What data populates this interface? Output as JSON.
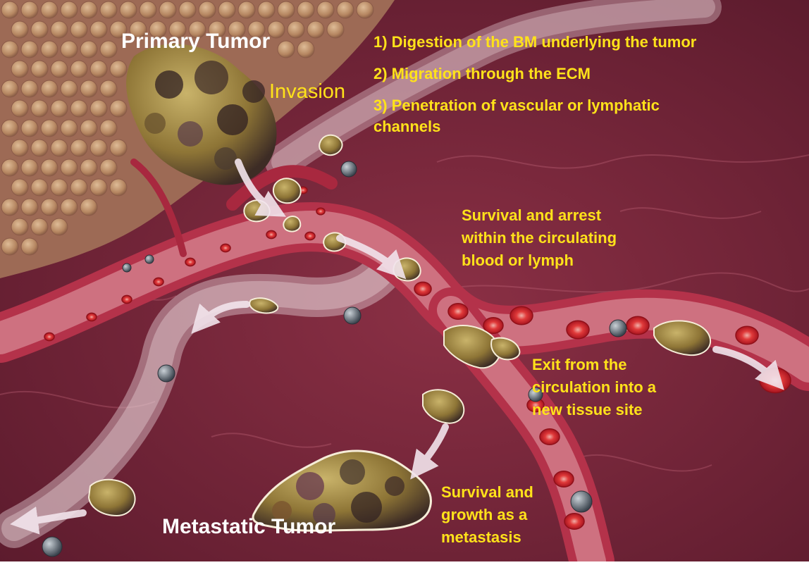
{
  "colors": {
    "tissue": "#7e2a3d",
    "tissue_dark": "#5e1d2f",
    "vessel_wall": "#b4324a",
    "vessel_lumen": "#c98a95",
    "blood_cell": "#d51f2b",
    "tumor_cell": "#9a8240",
    "tumor_dark": "#3b2a2a",
    "normal_cell": "#c8a07a",
    "label_yellow": "#ffe21a",
    "label_white": "#ffffff",
    "arrow": "#f2e4ec"
  },
  "labels": {
    "primary_tumor": "Primary Tumor",
    "invasion": "Invasion",
    "invasion_steps": [
      "1) Digestion of the BM underlying the tumor",
      "2) Migration through the ECM",
      "3) Penetration of vascular or lymphatic",
      "channels"
    ],
    "survival_arrest": [
      "Survival and arrest",
      "within the circulating",
      "blood or lymph"
    ],
    "exit_circulation": [
      "Exit from the",
      "circulation into a",
      "new tissue site"
    ],
    "survival_growth": [
      "Survival and",
      "growth as a",
      "metastasis"
    ],
    "metastatic_tumor": "Metastatic Tumor"
  }
}
